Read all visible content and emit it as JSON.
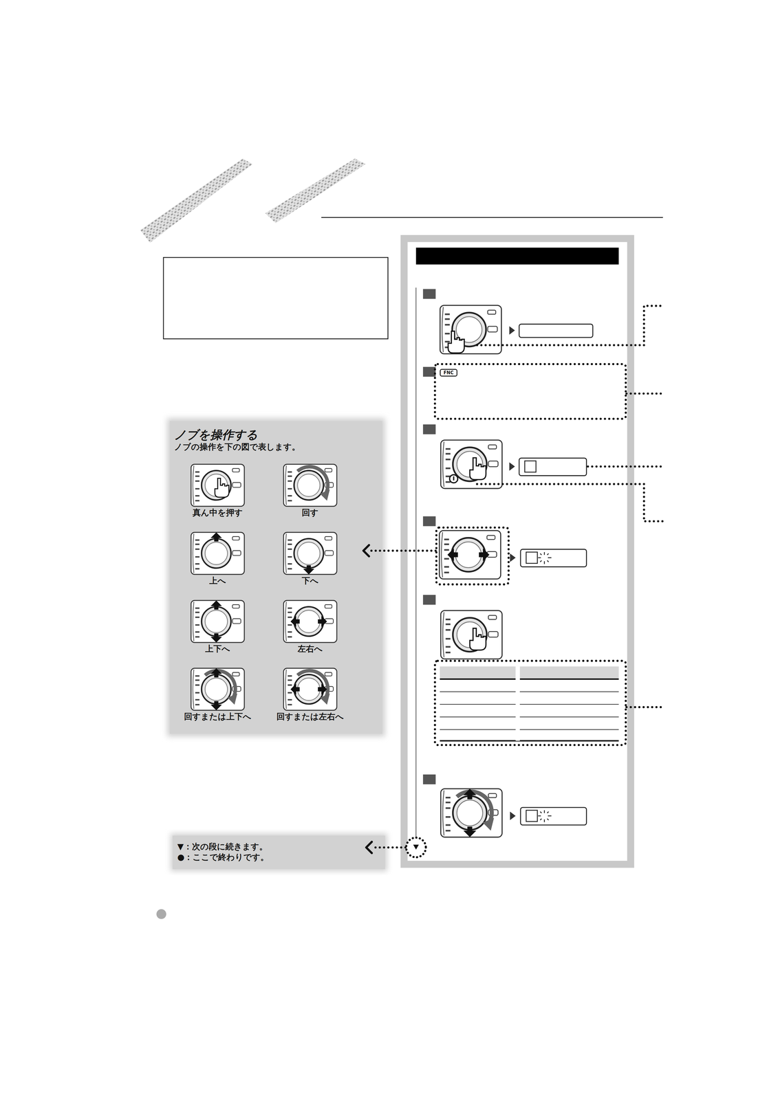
{
  "diagram": {
    "nodes": [
      {
        "text": [
          "ノブを操作する",
          "ノブの操作を下の図で表します。"
        ]
      },
      {
        "text": [
          "真ん中を押す"
        ],
        "in": 0
      },
      {
        "text": [
          "回す"
        ],
        "in": 0
      },
      {
        "text": [
          "上へ"
        ],
        "in": 0
      },
      {
        "text": [
          "下へ"
        ],
        "in": 0
      },
      {
        "text": [
          "上下へ"
        ],
        "in": 0
      },
      {
        "text": [
          "左右へ"
        ],
        "in": 0
      },
      {
        "text": [
          "回すまたは上下へ"
        ],
        "in": 0
      },
      {
        "text": [
          "回すまたは左右へ"
        ],
        "in": 0
      },
      {
        "text": [
          "▼：次の段に続きます。",
          "●：ここで終わりです。"
        ]
      }
    ],
    "labels": [
      "FNC"
    ]
  }
}
